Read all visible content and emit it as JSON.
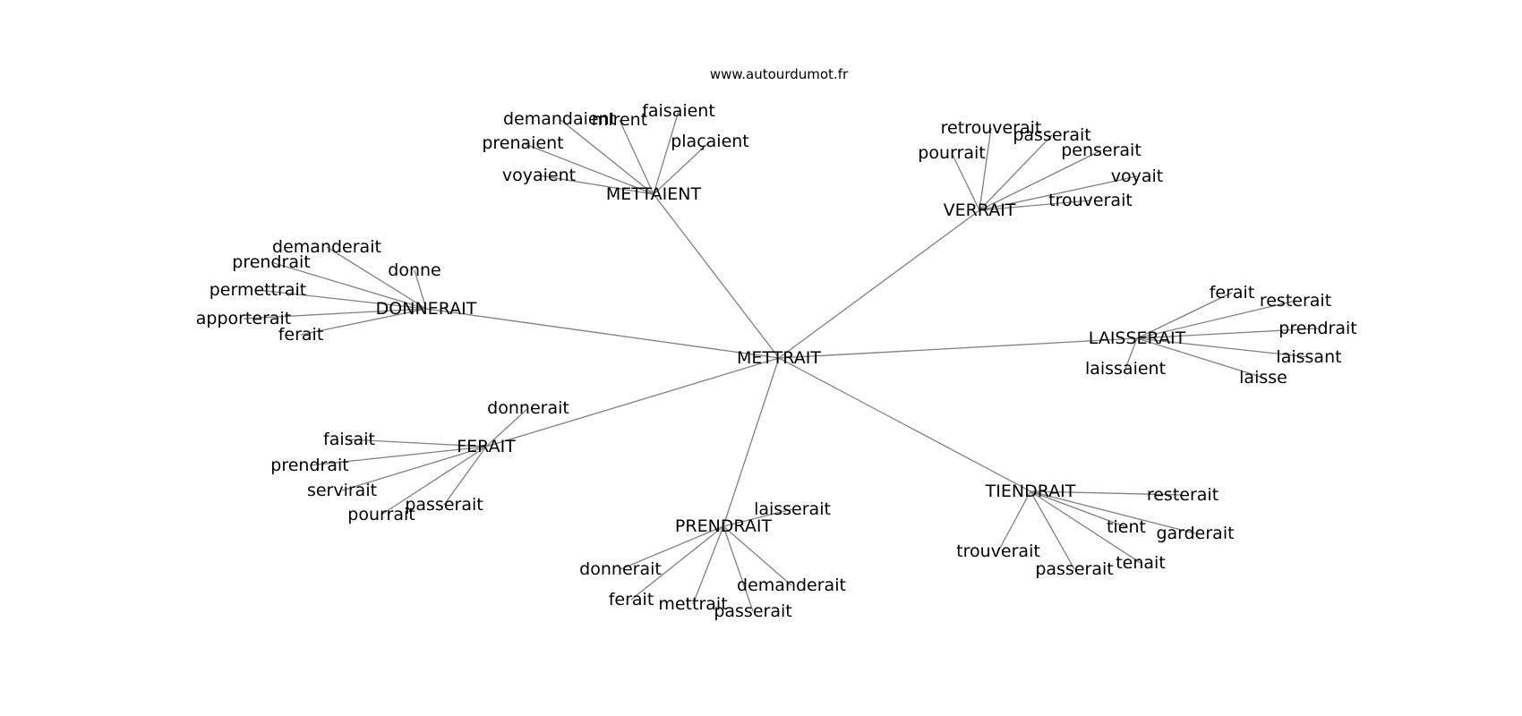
{
  "source": "www.autourdumot.fr",
  "diagram": {
    "type": "word-association-graph",
    "center": "METTRAIT",
    "edge_color": "#808080",
    "hubs": [
      {
        "label": "METTAIENT",
        "leaves": [
          "faisaient",
          "mirent",
          "demandaient",
          "prenaient",
          "voyaient",
          "plaçaient"
        ]
      },
      {
        "label": "VERRAIT",
        "leaves": [
          "retrouverait",
          "passerait",
          "pourrait",
          "penserait",
          "voyait",
          "trouverait"
        ]
      },
      {
        "label": "DONNERAIT",
        "leaves": [
          "demanderait",
          "prendrait",
          "donne",
          "permettrait",
          "apporterait",
          "ferait"
        ]
      },
      {
        "label": "LAISSERAIT",
        "leaves": [
          "ferait",
          "resterait",
          "prendrait",
          "laissant",
          "laissaient",
          "laisse"
        ]
      },
      {
        "label": "FERAIT",
        "leaves": [
          "donnerait",
          "faisait",
          "prendrait",
          "servirait",
          "passerait",
          "pourrait"
        ]
      },
      {
        "label": "PRENDRAIT",
        "leaves": [
          "laisserait",
          "donnerait",
          "demanderait",
          "ferait",
          "mettrait",
          "passerait"
        ]
      },
      {
        "label": "TIENDRAIT",
        "leaves": [
          "resterait",
          "tient",
          "garderait",
          "trouverait",
          "tenait",
          "passerait"
        ]
      }
    ]
  }
}
